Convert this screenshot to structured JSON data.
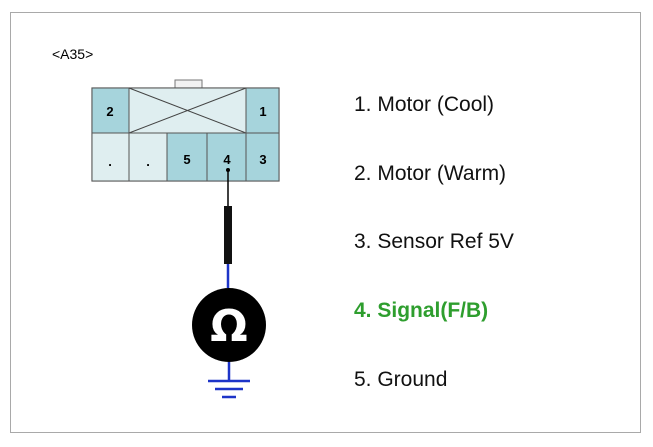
{
  "connector": {
    "id": "<A35>",
    "top_row": {
      "left": "2",
      "right": "1"
    },
    "bottom_row": [
      ".",
      ".",
      "5",
      "4",
      "3"
    ],
    "measured_pin": "4"
  },
  "meter": {
    "symbol": "Ω",
    "icon": "ohmmeter-icon"
  },
  "pins": [
    {
      "label": "1. Motor (Cool)"
    },
    {
      "label": "2. Motor (Warm)"
    },
    {
      "label": "3. Sensor Ref 5V"
    },
    {
      "label": "4. Signal(F/B)",
      "highlight": true
    },
    {
      "label": "5. Ground"
    }
  ],
  "colors": {
    "cell_teal": "#a6d4dc",
    "cell_light": "#dfeef0",
    "highlight_green": "#2e9e2e",
    "wire_blue": "#1d34c8",
    "ground_blue": "#1d34c8"
  }
}
